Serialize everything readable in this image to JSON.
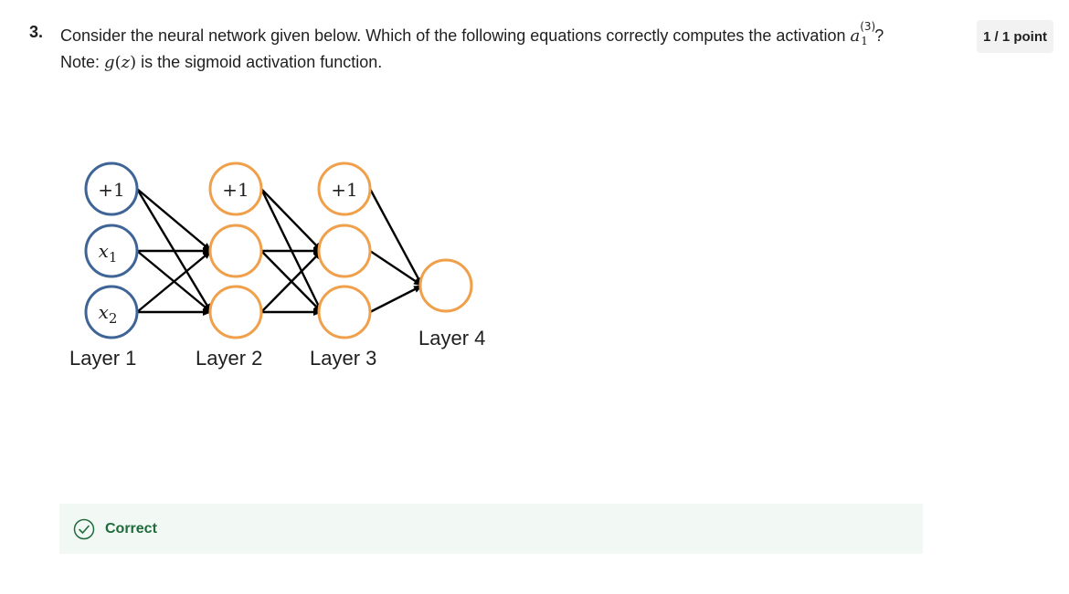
{
  "question": {
    "number": "3.",
    "text_before": "Consider the neural network given below. Which of the following equations correctly computes the activation ",
    "activation_symbol": "a",
    "activation_superscript": "(3)",
    "activation_subscript": "1",
    "text_after": "?",
    "note_prefix": "Note: ",
    "note_function": "g",
    "note_arg": "z",
    "note_suffix": " is the sigmoid activation function.",
    "points": "1 / 1 point"
  },
  "diagram": {
    "layers": [
      {
        "label": "Layer 1",
        "nodes": [
          "+1",
          "x1",
          "x2"
        ],
        "node_color": "#3f6596"
      },
      {
        "label": "Layer 2",
        "nodes": [
          "+1",
          "",
          ""
        ],
        "node_color": "#f0a04a"
      },
      {
        "label": "Layer 3",
        "nodes": [
          "+1",
          "",
          ""
        ],
        "node_color": "#f0a04a"
      },
      {
        "label": "Layer 4",
        "nodes": [
          ""
        ],
        "node_color": "#f0a04a"
      }
    ],
    "input_node_labels": {
      "bias": "+1",
      "x1_base": "x",
      "x1_sub": "1",
      "x2_base": "x",
      "x2_sub": "2"
    },
    "layer2_bias": "+1",
    "layer3_bias": "+1"
  },
  "feedback": {
    "status": "Correct",
    "icon": "check-circle-icon",
    "color": "#1e6b3a"
  }
}
